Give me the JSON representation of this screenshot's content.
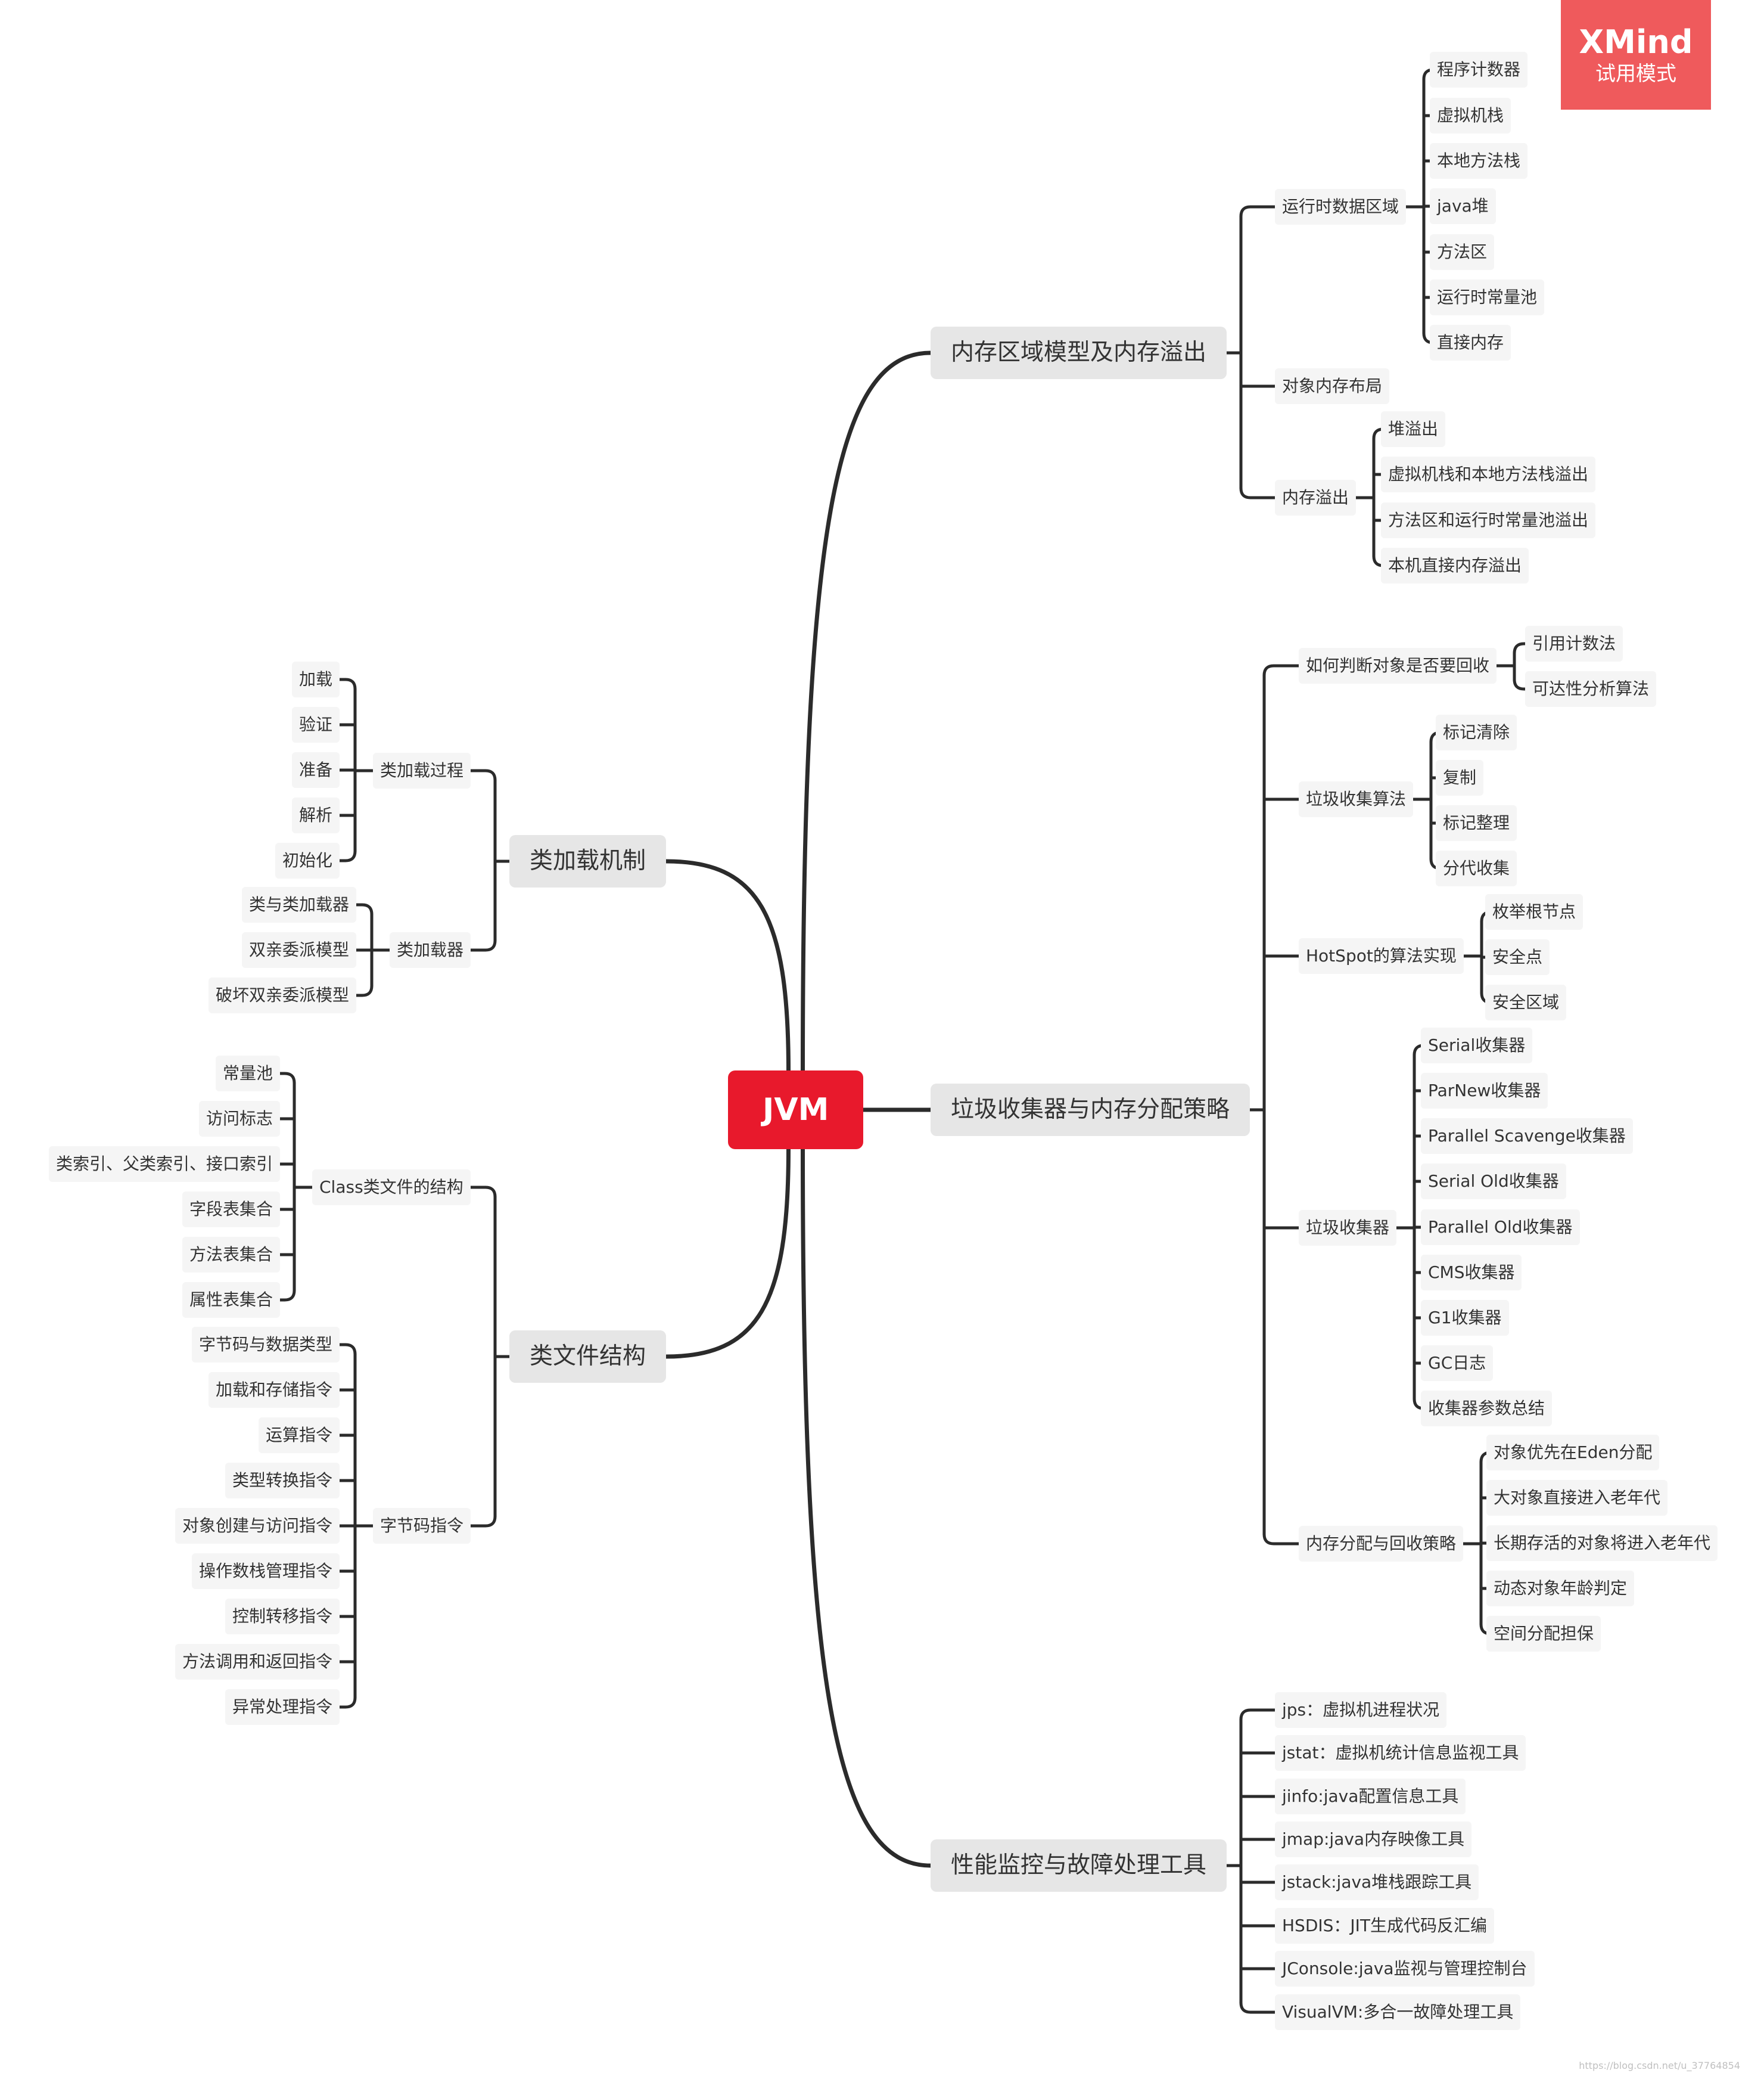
{
  "badge": {
    "brand": "XMind",
    "mode": "试用模式"
  },
  "footer_mark": "https://blog.csdn.net/u_37764854",
  "colors": {
    "root": "#e8192c",
    "badge": "#ef5a5c",
    "line": "#2b2b2b",
    "node": "#f5f5f5",
    "branch": "#e6e6e6"
  },
  "mindmap": {
    "root": "JVM",
    "right": [
      {
        "label": "内存区域模型及内存溢出",
        "children": [
          {
            "label": "运行时数据区域",
            "children": [
              {
                "label": "程序计数器"
              },
              {
                "label": "虚拟机栈"
              },
              {
                "label": "本地方法栈"
              },
              {
                "label": "java堆"
              },
              {
                "label": "方法区"
              },
              {
                "label": "运行时常量池"
              },
              {
                "label": "直接内存"
              }
            ]
          },
          {
            "label": "对象内存布局"
          },
          {
            "label": "内存溢出",
            "children": [
              {
                "label": "堆溢出"
              },
              {
                "label": "虚拟机栈和本地方法栈溢出"
              },
              {
                "label": "方法区和运行时常量池溢出"
              },
              {
                "label": "本机直接内存溢出"
              }
            ]
          }
        ]
      },
      {
        "label": "垃圾收集器与内存分配策略",
        "children": [
          {
            "label": "如何判断对象是否要回收",
            "children": [
              {
                "label": "引用计数法"
              },
              {
                "label": "可达性分析算法"
              }
            ]
          },
          {
            "label": "垃圾收集算法",
            "children": [
              {
                "label": "标记清除"
              },
              {
                "label": "复制"
              },
              {
                "label": "标记整理"
              },
              {
                "label": "分代收集"
              }
            ]
          },
          {
            "label": "HotSpot的算法实现",
            "children": [
              {
                "label": "枚举根节点"
              },
              {
                "label": "安全点"
              },
              {
                "label": "安全区域"
              }
            ]
          },
          {
            "label": "垃圾收集器",
            "children": [
              {
                "label": "Serial收集器"
              },
              {
                "label": "ParNew收集器"
              },
              {
                "label": "Parallel Scavenge收集器"
              },
              {
                "label": "Serial Old收集器"
              },
              {
                "label": "Parallel Old收集器"
              },
              {
                "label": "CMS收集器"
              },
              {
                "label": "G1收集器"
              },
              {
                "label": "GC日志"
              },
              {
                "label": "收集器参数总结"
              }
            ]
          },
          {
            "label": "内存分配与回收策略",
            "children": [
              {
                "label": "对象优先在Eden分配"
              },
              {
                "label": "大对象直接进入老年代"
              },
              {
                "label": "长期存活的对象将进入老年代"
              },
              {
                "label": "动态对象年龄判定"
              },
              {
                "label": "空间分配担保"
              }
            ]
          }
        ]
      },
      {
        "label": "性能监控与故障处理工具",
        "children": [
          {
            "label": "jps：虚拟机进程状况"
          },
          {
            "label": "jstat：虚拟机统计信息监视工具"
          },
          {
            "label": "jinfo:java配置信息工具"
          },
          {
            "label": "jmap:java内存映像工具"
          },
          {
            "label": "jstack:java堆栈跟踪工具"
          },
          {
            "label": "HSDIS：JIT生成代码反汇编"
          },
          {
            "label": "JConsole:java监视与管理控制台"
          },
          {
            "label": "VisualVM:多合一故障处理工具"
          }
        ]
      }
    ],
    "left": [
      {
        "label": "类加载机制",
        "children": [
          {
            "label": "类加载过程",
            "children": [
              {
                "label": "加载"
              },
              {
                "label": "验证"
              },
              {
                "label": "准备"
              },
              {
                "label": "解析"
              },
              {
                "label": "初始化"
              }
            ]
          },
          {
            "label": "类加载器",
            "children": [
              {
                "label": "类与类加载器"
              },
              {
                "label": "双亲委派模型"
              },
              {
                "label": "破坏双亲委派模型"
              }
            ]
          }
        ]
      },
      {
        "label": "类文件结构",
        "children": [
          {
            "label": "Class类文件的结构",
            "children": [
              {
                "label": "常量池"
              },
              {
                "label": "访问标志"
              },
              {
                "label": "类索引、父类索引、接口索引"
              },
              {
                "label": "字段表集合"
              },
              {
                "label": "方法表集合"
              },
              {
                "label": "属性表集合"
              }
            ]
          },
          {
            "label": "字节码指令",
            "children": [
              {
                "label": "字节码与数据类型"
              },
              {
                "label": "加载和存储指令"
              },
              {
                "label": "运算指令"
              },
              {
                "label": "类型转换指令"
              },
              {
                "label": "对象创建与访问指令"
              },
              {
                "label": "操作数栈管理指令"
              },
              {
                "label": "控制转移指令"
              },
              {
                "label": "方法调用和返回指令"
              },
              {
                "label": "异常处理指令"
              }
            ]
          }
        ]
      }
    ]
  }
}
